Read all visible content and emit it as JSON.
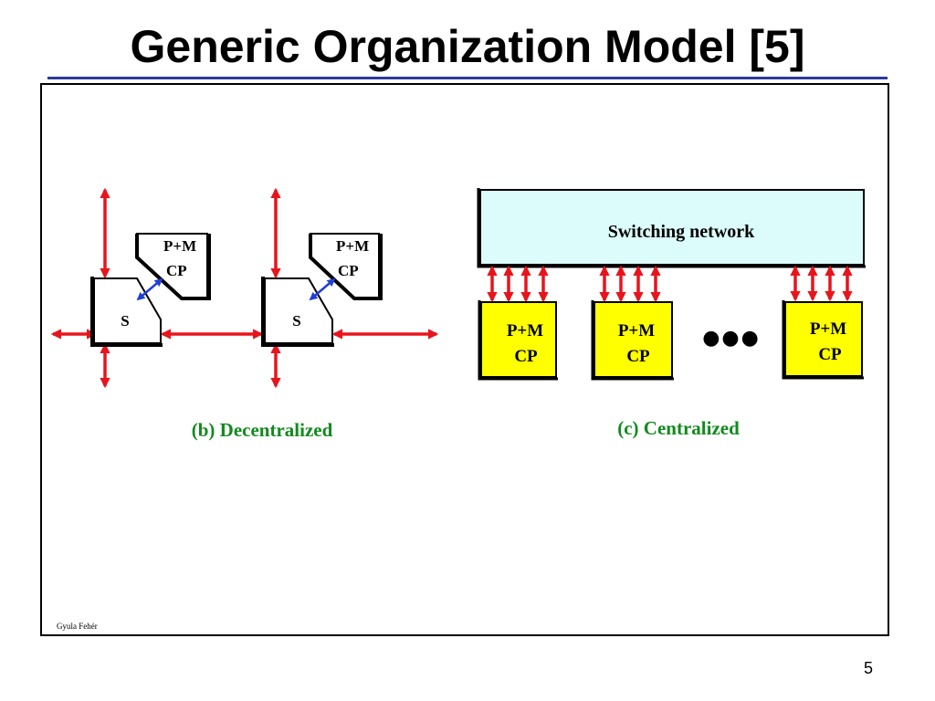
{
  "slide": {
    "title": "Generic Organization Model [5]",
    "author": "Gyula Fehér",
    "page_number": "5"
  },
  "decentralized": {
    "caption": "(b) Decentralized",
    "nodes": [
      {
        "switch_label": "S",
        "pm_label": "P+M",
        "cp_label": "CP"
      },
      {
        "switch_label": "S",
        "pm_label": "P+M",
        "cp_label": "CP"
      }
    ]
  },
  "centralized": {
    "caption": "(c) Centralized",
    "network_label": "Switching network",
    "ellipsis": "●●●",
    "nodes": [
      {
        "pm_label": "P+M",
        "cp_label": "CP"
      },
      {
        "pm_label": "P+M",
        "cp_label": "CP"
      },
      {
        "pm_label": "P+M",
        "cp_label": "CP"
      }
    ]
  },
  "colors": {
    "title_rule": "#2b3a9a",
    "arrow_red": "#e8141c",
    "arrow_blue": "#1f3fd6",
    "network_fill": "#dcfcfc",
    "node_fill": "#ffff00",
    "caption_green": "#128a1e"
  }
}
